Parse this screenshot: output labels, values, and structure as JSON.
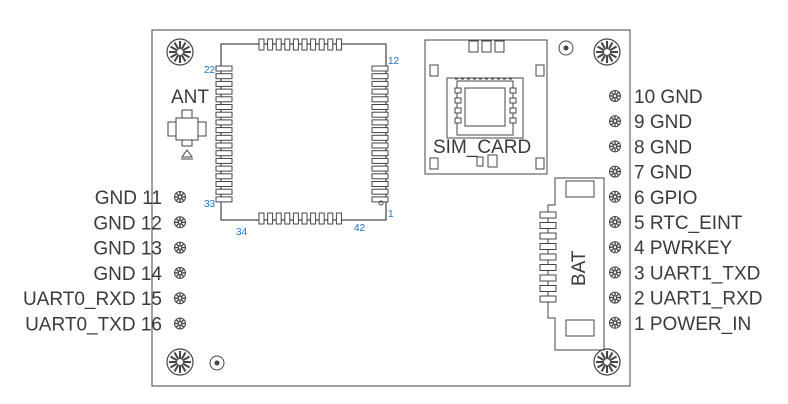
{
  "texts": {
    "ant": "ANT",
    "sim": "SIM_CARD",
    "bat": "BAT",
    "module_pins": {
      "p22": "22",
      "p12": "12",
      "p33": "33",
      "p1": "1",
      "p34": "34",
      "p42": "42"
    }
  },
  "left_pins": [
    {
      "name": "GND",
      "num": "11"
    },
    {
      "name": "GND",
      "num": "12"
    },
    {
      "name": "GND",
      "num": "13"
    },
    {
      "name": "GND",
      "num": "14"
    },
    {
      "name": "UART0_RXD",
      "num": "15"
    },
    {
      "name": "UART0_TXD",
      "num": "16"
    }
  ],
  "right_pins": [
    {
      "num": "10",
      "name": "GND"
    },
    {
      "num": "9",
      "name": "GND"
    },
    {
      "num": "8",
      "name": "GND"
    },
    {
      "num": "7",
      "name": "GND"
    },
    {
      "num": "6",
      "name": "GPIO"
    },
    {
      "num": "5",
      "name": "RTC_EINT"
    },
    {
      "num": "4",
      "name": "PWRKEY"
    },
    {
      "num": "3",
      "name": "UART1_TXD"
    },
    {
      "num": "2",
      "name": "UART1_RXD"
    },
    {
      "num": "1",
      "name": "POWER_IN"
    }
  ],
  "colors": {
    "outline": "#444444",
    "label": "#3a3a3a",
    "pin_number": "#1f73c8"
  }
}
